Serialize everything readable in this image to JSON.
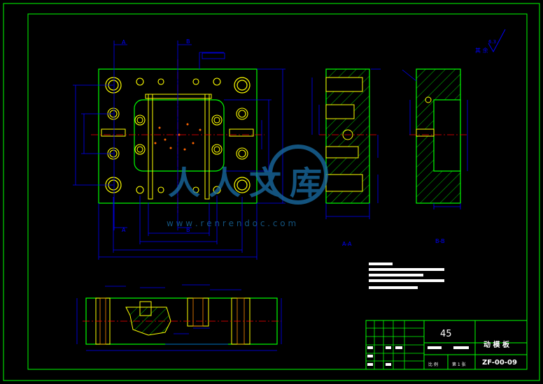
{
  "drawing": {
    "material": "45",
    "part_name": "动 模 板",
    "drawing_number": "ZF-00-09",
    "section_a_label": "A-A",
    "section_b_label": "B-B",
    "cut_letter_a": "A",
    "cut_letter_b": "B",
    "roughness_note": "其 余",
    "roughness_value": "6.3",
    "watermark_url": "w w w . r e n r e n d o c . c o m",
    "watermark_text": "人人文库"
  },
  "title_block": {
    "scale_cell": "比 例",
    "sheet_cell": "第 1 张"
  },
  "colors": {
    "background": "#000000",
    "frame": "#00ff00",
    "outline": "#ffff00",
    "dimension": "#0000ff",
    "centerline": "#ff0000",
    "hatch": "#00ff00",
    "white": "#ffffff",
    "watermark": "#1a6fa8"
  }
}
